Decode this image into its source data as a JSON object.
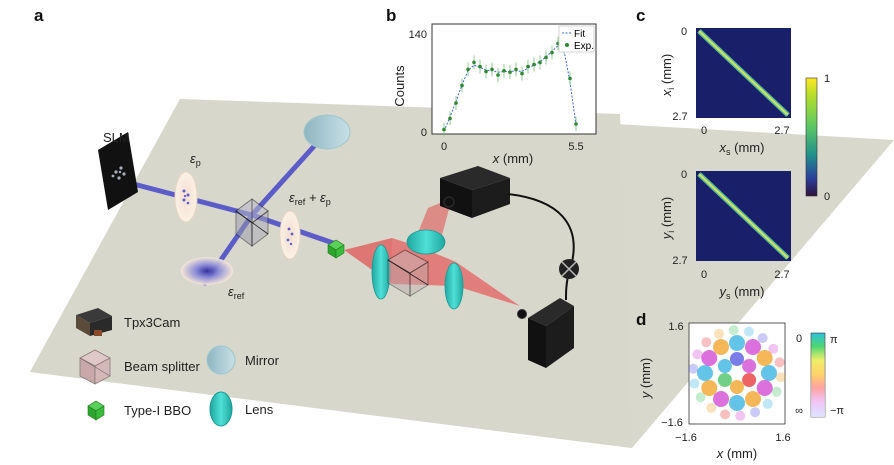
{
  "panels": {
    "a": "a",
    "b": "b",
    "c": "c",
    "d": "d"
  },
  "panel_a": {
    "slm": "SLM",
    "eps_p": "ε",
    "eps_p_sub": "p",
    "eps_ref_p_1": "ε",
    "eps_ref_p_sub1": "ref",
    "eps_ref_p_plus": " + ε",
    "eps_ref_p_sub2": "p",
    "eps_ref": "ε",
    "eps_ref_sub": "ref",
    "legend": {
      "tpx3cam": "Tpx3Cam",
      "beam_splitter": "Beam splitter",
      "bbo": "Type-I BBO",
      "mirror": "Mirror",
      "lens": "Lens"
    },
    "colors": {
      "beam_blue": "#5050c8",
      "beam_red": "#e05050",
      "lens": "#3cc8c0",
      "mirror": "#a8c8d0",
      "table": "#d8d8cc",
      "bbo": "#38b838"
    }
  },
  "panel_b": {
    "ylabel": "Counts",
    "xlabel_var": "x",
    "xlabel_unit": " (mm)",
    "yticks": [
      "0",
      "140"
    ],
    "xticks": [
      "0",
      "5.5"
    ],
    "legend_fit": "Fit",
    "legend_exp": "Exp."
  },
  "panel_c": {
    "top": {
      "ylabel_var": "x",
      "ylabel_sub": "i",
      "ylabel_unit": " (mm)",
      "xlabel_var": "x",
      "xlabel_sub": "s",
      "xlabel_unit": " (mm)",
      "y0": "0",
      "y1": "2.7",
      "x0": "0",
      "x1": "2.7"
    },
    "bottom": {
      "ylabel_var": "y",
      "ylabel_sub": "i",
      "ylabel_unit": " (mm)",
      "xlabel_var": "y",
      "xlabel_sub": "s",
      "xlabel_unit": " (mm)",
      "y0": "0",
      "y1": "2.7",
      "x0": "0",
      "x1": "2.7"
    },
    "colorbar_max": "1",
    "colorbar_min": "0"
  },
  "panel_d": {
    "ylabel_var": "y",
    "ylabel_unit": " (mm)",
    "xlabel_var": "x",
    "xlabel_unit": " (mm)",
    "ytop": "1.6",
    "ybottom": "−1.6",
    "xleft": "−1.6",
    "xright": "1.6",
    "amp_top": "0",
    "amp_bottom": "∞",
    "phase_top": "π",
    "phase_bottom": "−π"
  },
  "chart_data": {
    "type": "scatter",
    "xlim": [
      0,
      5.5
    ],
    "ylim": [
      0,
      140
    ],
    "series": [
      {
        "name": "Exp.",
        "x": [
          0.0,
          0.25,
          0.5,
          0.75,
          1.0,
          1.25,
          1.5,
          1.75,
          2.0,
          2.25,
          2.5,
          2.75,
          3.0,
          3.25,
          3.5,
          3.75,
          4.0,
          4.25,
          4.5,
          4.75,
          5.0,
          5.25,
          5.5
        ],
        "y": [
          2,
          18,
          40,
          65,
          88,
          98,
          92,
          85,
          88,
          80,
          86,
          84,
          88,
          82,
          92,
          95,
          98,
          105,
          112,
          125,
          120,
          75,
          10
        ]
      },
      {
        "name": "Fit",
        "x": [
          0.0,
          0.25,
          0.5,
          0.75,
          1.0,
          1.25,
          1.5,
          1.75,
          2.0,
          2.25,
          2.5,
          2.75,
          3.0,
          3.25,
          3.5,
          3.75,
          4.0,
          4.25,
          4.5,
          4.75,
          5.0,
          5.25,
          5.5
        ],
        "y": [
          0,
          20,
          42,
          66,
          86,
          94,
          91,
          87,
          86,
          84,
          85,
          85,
          86,
          85,
          90,
          94,
          99,
          106,
          114,
          122,
          115,
          70,
          8
        ]
      }
    ]
  }
}
